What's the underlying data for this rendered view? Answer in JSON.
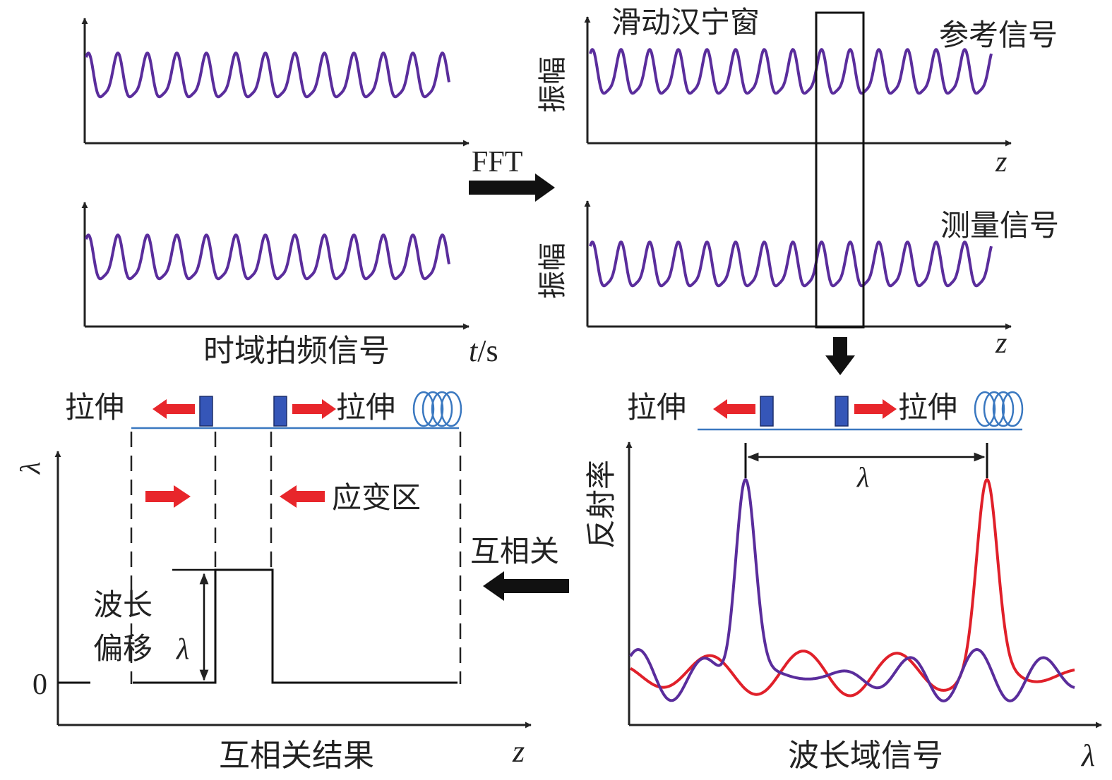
{
  "panels": {
    "time_domain": {
      "caption": "时域拍频信号",
      "t_label_italic": "t",
      "t_label_unit": "/s"
    },
    "distance_domain": {
      "window_label": "滑动汉宁窗",
      "reference_label": "参考信号",
      "measured_label": "测量信号",
      "amplitude_label": "振幅",
      "z_label": "z"
    },
    "wavelength_domain": {
      "reflectivity_label": "反射率",
      "caption": "波长域信号",
      "x_label": "λ",
      "peak_separation_label": "λ"
    },
    "cross_correlation": {
      "caption": "互相关结果",
      "z_label": "z",
      "y_label": "λ",
      "zero_label": "0",
      "strain_region_label": "应变区",
      "shift_label_line1": "波长",
      "shift_label_line2": "偏移",
      "shift_symbol": "λ"
    }
  },
  "arrows": {
    "fft_label": "FFT",
    "xcorr_label": "互相关"
  },
  "fiber": {
    "stretch_label": "拉伸"
  },
  "colors": {
    "reference": "#5a2d9c",
    "measured": "#e0202a",
    "fiber": "#3a78c0",
    "grating": "#3556b8",
    "pull_arrow": "#e8262b"
  }
}
